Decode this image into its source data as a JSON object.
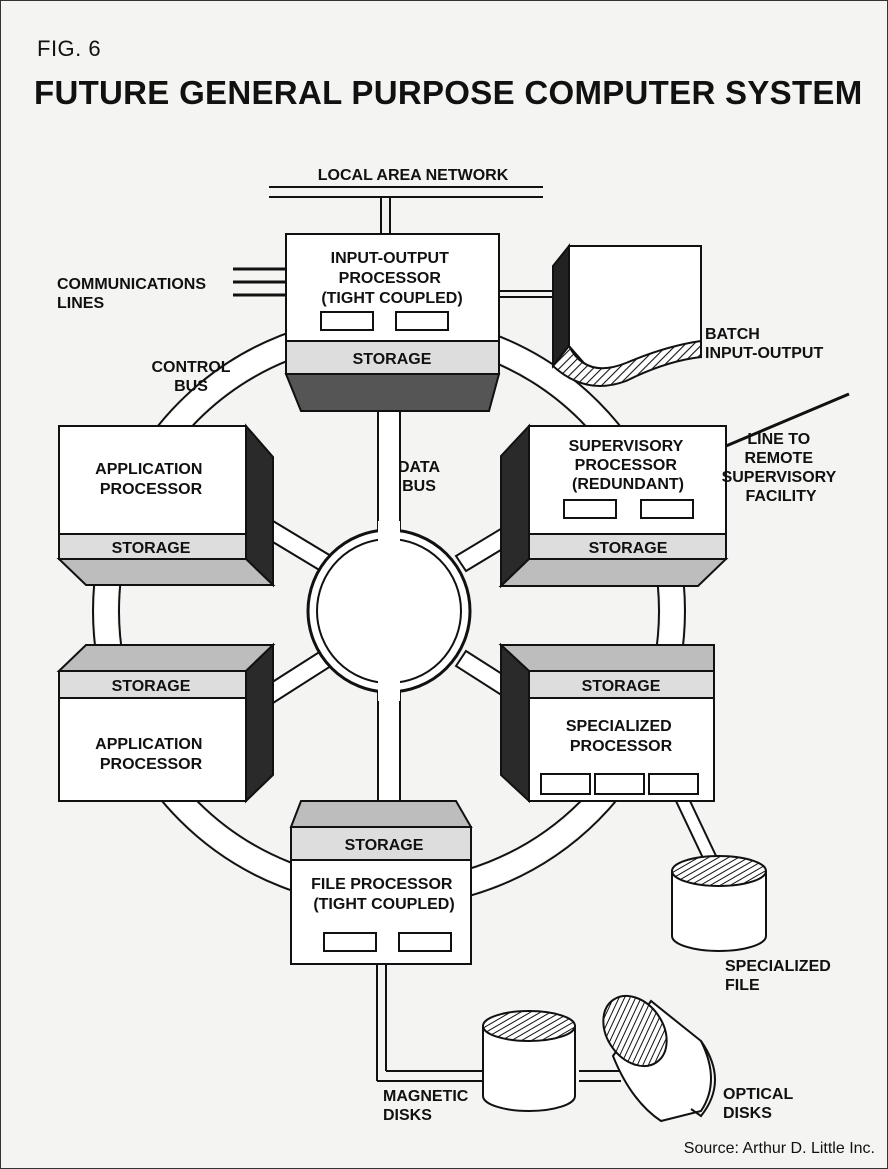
{
  "figure": {
    "label": "FIG. 6",
    "title": "FUTURE GENERAL PURPOSE COMPUTER SYSTEM",
    "source": "Source: Arthur D. Little Inc."
  },
  "labels": {
    "lan": "LOCAL AREA NETWORK",
    "comm_lines": [
      "COMMUNICATIONS",
      "LINES"
    ],
    "control_bus": [
      "CONTROL",
      "BUS"
    ],
    "data_bus": [
      "DATA",
      "BUS"
    ],
    "batch_io": [
      "BATCH",
      "INPUT-OUTPUT"
    ],
    "remote_line": [
      "LINE TO",
      "REMOTE",
      "SUPERVISORY",
      "FACILITY"
    ],
    "specialized_file": [
      "SPECIALIZED",
      "FILE"
    ],
    "magnetic_disks": [
      "MAGNETIC",
      "DISKS"
    ],
    "optical_disks": [
      "OPTICAL",
      "DISKS"
    ]
  },
  "units": {
    "io_processor": {
      "name": [
        "INPUT-OUTPUT",
        "PROCESSOR",
        "(TIGHT COUPLED)"
      ],
      "storage": "STORAGE"
    },
    "app_processor_top": {
      "name": [
        "APPLICATION",
        "PROCESSOR"
      ],
      "storage": "STORAGE"
    },
    "supervisory_processor": {
      "name": [
        "SUPERVISORY",
        "PROCESSOR",
        "(REDUNDANT)"
      ],
      "storage": "STORAGE"
    },
    "app_processor_bottom": {
      "name": [
        "APPLICATION",
        "PROCESSOR"
      ],
      "storage": "STORAGE"
    },
    "specialized_processor": {
      "name": [
        "SPECIALIZED",
        "PROCESSOR"
      ],
      "storage": "STORAGE"
    },
    "file_processor": {
      "name": [
        "FILE PROCESSOR",
        "(TIGHT COUPLED)"
      ],
      "storage": "STORAGE"
    }
  },
  "colors": {
    "ink": "#111111",
    "paper": "#f4f4f2",
    "box": "#ffffff",
    "shade": "#9a9a9a"
  }
}
